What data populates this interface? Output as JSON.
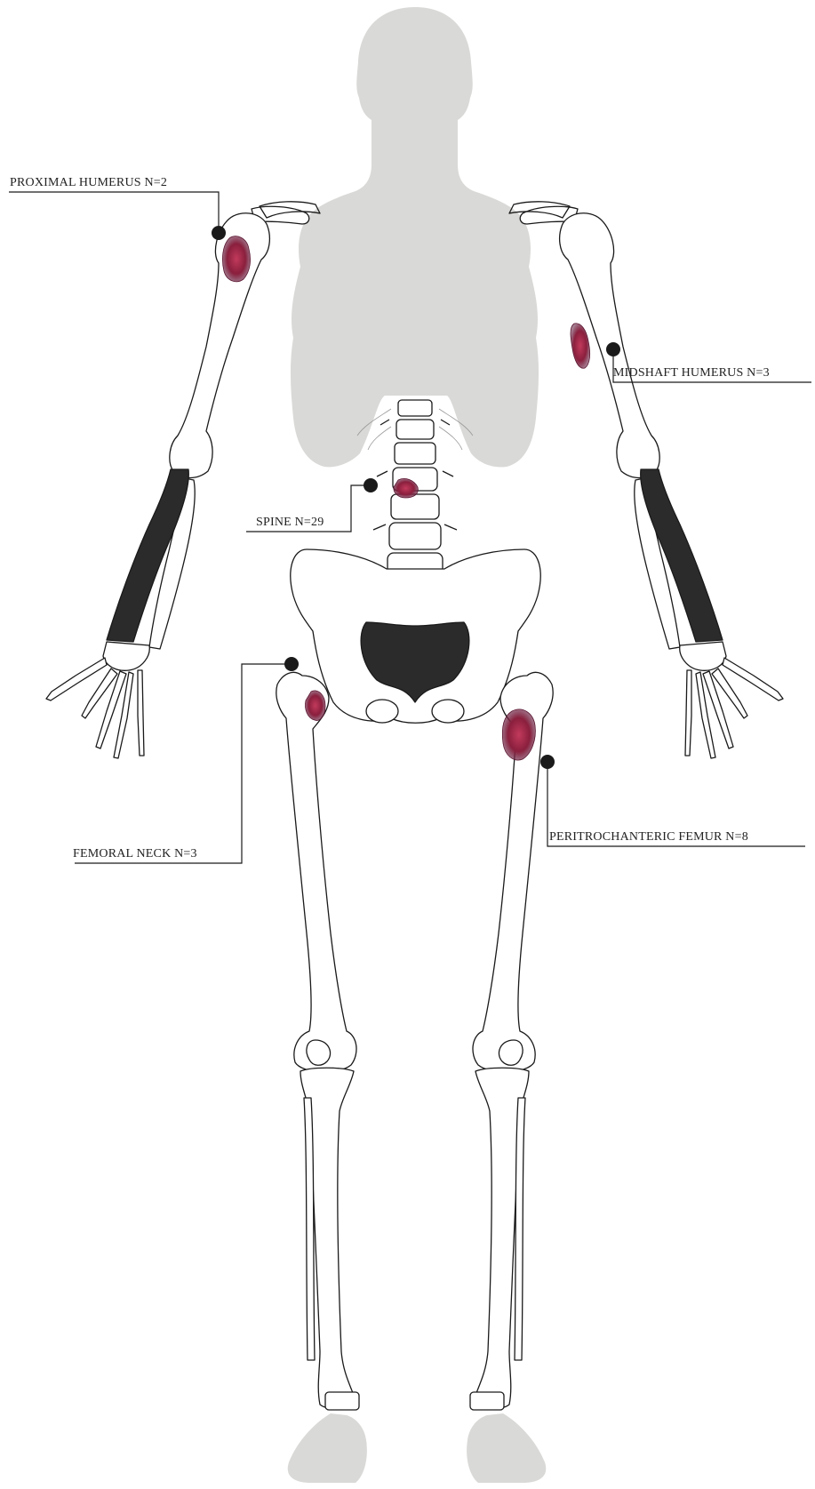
{
  "figure": {
    "labels": [
      {
        "id": "proximal-humerus",
        "text": "PROXIMAL HUMERUS N=2"
      },
      {
        "id": "midshaft-humerus",
        "text": "MIDSHAFT HUMERUS N=3"
      },
      {
        "id": "spine",
        "text": "SPINE N=29"
      },
      {
        "id": "femoral-neck",
        "text": "FEMORAL NECK N=3"
      },
      {
        "id": "peritrochanteric-femur",
        "text": "PERITROCHANTERIC FEMUR N=8"
      }
    ],
    "colors": {
      "silhouette": "#d9d9d7",
      "bone_outline": "#1a1a1a",
      "bone_fill": "#ffffff",
      "dark_bone": "#2b2b2b",
      "lesion": "#8a1f3d",
      "lesion_highlight": "#c23a5c",
      "leader": "#1a1a1a"
    }
  }
}
